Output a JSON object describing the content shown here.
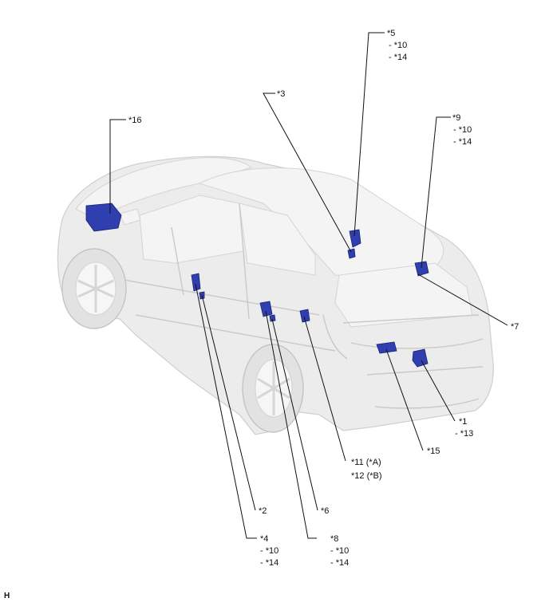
{
  "diagram": {
    "corner_label": "H",
    "callouts": [
      {
        "id": "c16",
        "lines": [
          "*16"
        ]
      },
      {
        "id": "c3",
        "lines": [
          "*3"
        ]
      },
      {
        "id": "c5",
        "lines": [
          "*5",
          "- *10",
          "- *14"
        ]
      },
      {
        "id": "c9",
        "lines": [
          "*9",
          "- *10",
          "- *14"
        ]
      },
      {
        "id": "c7",
        "lines": [
          "*7"
        ]
      },
      {
        "id": "c1",
        "lines": [
          "*1",
          "- *13"
        ]
      },
      {
        "id": "c15",
        "lines": [
          "*15"
        ]
      },
      {
        "id": "c11",
        "lines": [
          "*11 (*A)",
          "*12 (*B)"
        ]
      },
      {
        "id": "c6",
        "lines": [
          "*6"
        ]
      },
      {
        "id": "c2",
        "lines": [
          "*2"
        ]
      },
      {
        "id": "c4",
        "lines": [
          "*4",
          "- *10",
          "- *14"
        ]
      },
      {
        "id": "c8",
        "lines": [
          "*8",
          "- *10",
          "- *14"
        ]
      }
    ],
    "colors": {
      "component": "#2f3fb0",
      "vehicle": "#ececec",
      "leader": "#111111"
    }
  }
}
